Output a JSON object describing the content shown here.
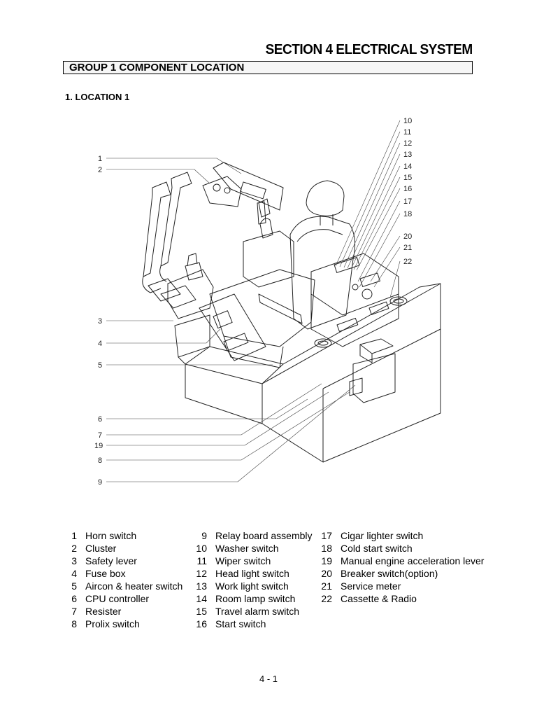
{
  "header": {
    "section_title": "SECTION 4  ELECTRICAL SYSTEM",
    "group_title": "GROUP  1  COMPONENT LOCATION",
    "location_title": "1. LOCATION 1"
  },
  "diagram": {
    "left_callouts": [
      "1",
      "2",
      "3",
      "4",
      "5",
      "6",
      "7",
      "19",
      "8",
      "9"
    ],
    "right_callouts": [
      "10",
      "11",
      "12",
      "13",
      "14",
      "15",
      "16",
      "17",
      "18",
      "20",
      "21",
      "22"
    ]
  },
  "legend": {
    "column1": [
      {
        "num": "1",
        "label": "Horn switch"
      },
      {
        "num": "2",
        "label": "Cluster"
      },
      {
        "num": "3",
        "label": "Safety lever"
      },
      {
        "num": "4",
        "label": "Fuse box"
      },
      {
        "num": "5",
        "label": "Aircon & heater switch"
      },
      {
        "num": "6",
        "label": "CPU controller"
      },
      {
        "num": "7",
        "label": "Resister"
      },
      {
        "num": "8",
        "label": "Prolix switch"
      }
    ],
    "column2": [
      {
        "num": "9",
        "label": "Relay board assembly"
      },
      {
        "num": "10",
        "label": "Washer switch"
      },
      {
        "num": "11",
        "label": "Wiper switch"
      },
      {
        "num": "12",
        "label": "Head light switch"
      },
      {
        "num": "13",
        "label": "Work light switch"
      },
      {
        "num": "14",
        "label": "Room lamp switch"
      },
      {
        "num": "15",
        "label": "Travel alarm switch"
      },
      {
        "num": "16",
        "label": "Start switch"
      }
    ],
    "column3": [
      {
        "num": "17",
        "label": "Cigar lighter switch"
      },
      {
        "num": "18",
        "label": "Cold start switch"
      },
      {
        "num": "19",
        "label": "Manual engine acceleration lever"
      },
      {
        "num": "20",
        "label": "Breaker switch(option)"
      },
      {
        "num": "21",
        "label": "Service meter"
      },
      {
        "num": "22",
        "label": "Cassette & Radio"
      }
    ]
  },
  "footer": {
    "page_number": "4 - 1"
  }
}
